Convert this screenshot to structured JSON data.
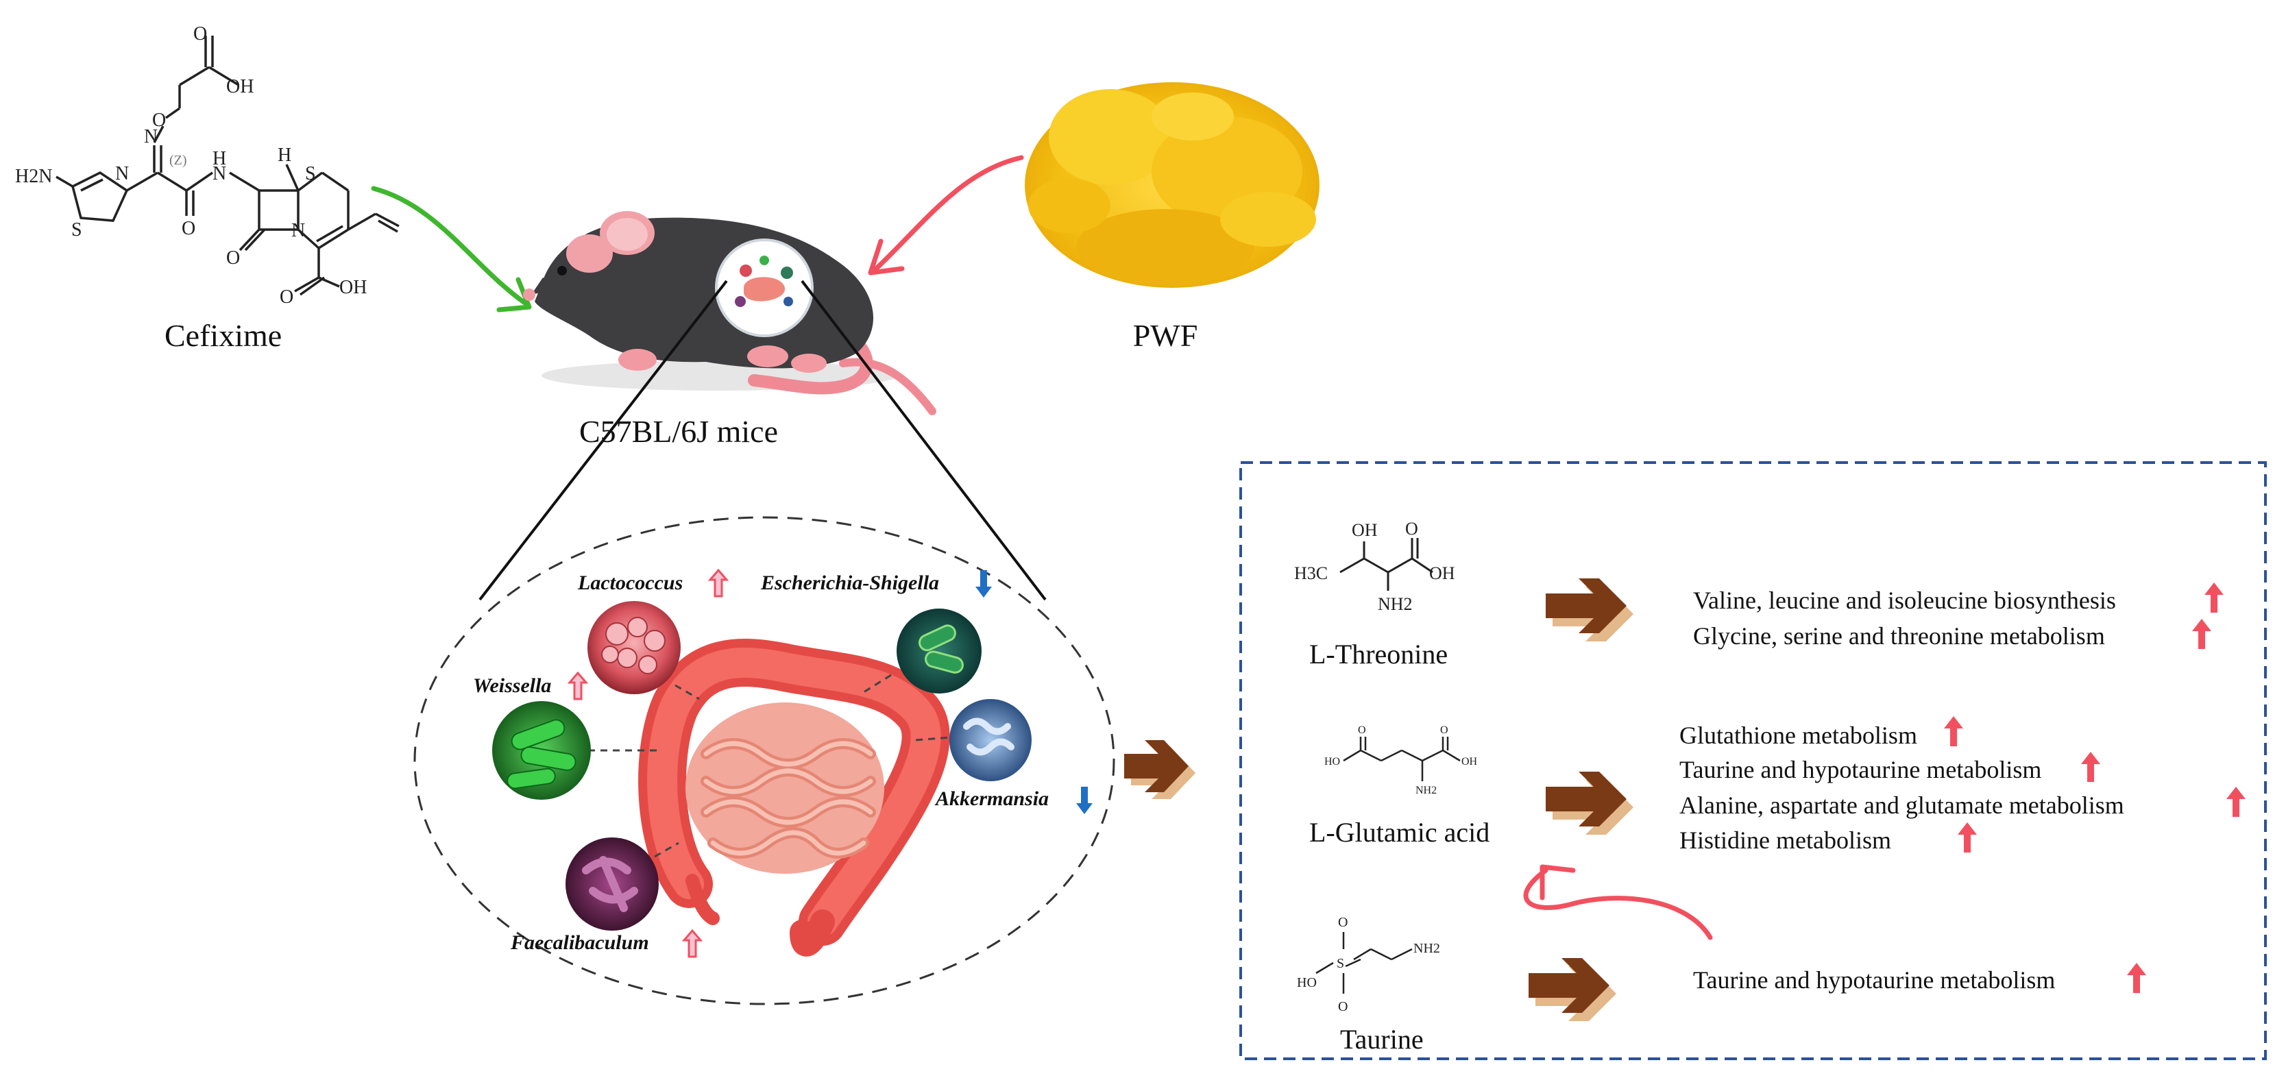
{
  "drug": {
    "name": "Cefixime"
  },
  "supplement": {
    "name": "PWF"
  },
  "mouse": {
    "label": "C57BL/6J mice"
  },
  "colors": {
    "up": "#f2505f",
    "down": "#1f6fc4",
    "box_border": "#2a5299",
    "brown_arrow": "#7a3a16",
    "brown_shadow": "#e3b88a",
    "antibiotic_arrow": "#3fb62e",
    "supplement_arrow": "#f2505f",
    "powder": "#f5c51b"
  },
  "bacteria": [
    {
      "name": "Lactococcus",
      "direction": "up",
      "icon": "up-arrow-icon"
    },
    {
      "name": "Escherichia-Shigella",
      "direction": "down",
      "icon": "down-arrow-icon"
    },
    {
      "name": "Weissella",
      "direction": "up",
      "icon": "up-arrow-icon"
    },
    {
      "name": "Akkermansia",
      "direction": "down",
      "icon": "down-arrow-icon"
    },
    {
      "name": "Faecalibaculum",
      "direction": "up",
      "icon": "up-arrow-icon"
    }
  ],
  "metabolites": [
    {
      "name": "L-Threonine",
      "pathways": [
        "Valine, leucine and isoleucine biosynthesis",
        "Glycine, serine and threonine metabolism"
      ]
    },
    {
      "name": "L-Glutamic acid",
      "pathways": [
        "Glutathione metabolism",
        "Taurine and hypotaurine metabolism",
        "Alanine, aspartate and glutamate metabolism",
        "Histidine metabolism"
      ]
    },
    {
      "name": "Taurine",
      "pathways": [
        "Taurine and hypotaurine metabolism"
      ]
    }
  ],
  "chem_labels": {
    "cefixime_oh_top": "OH",
    "cefixime_o": "O",
    "cefixime_n_ox": "N",
    "cefixime_z": "(Z)",
    "cefixime_h2n": "H2N",
    "cefixime_n_thz": "N",
    "cefixime_s_thz": "S",
    "cefixime_o_amide": "O",
    "cefixime_nh": "N",
    "cefixime_h_amide": "H",
    "cefixime_h_ring": "H",
    "cefixime_s_ring": "S",
    "cefixime_n_ring": "N",
    "cefixime_o_lactam": "O",
    "cefixime_o_cooh": "O",
    "cefixime_oh_cooh": "OH",
    "thr_oh": "OH",
    "thr_o": "O",
    "thr_h3c": "H3C",
    "thr_oh_acid": "OH",
    "thr_nh2": "NH2",
    "glu_ho": "HO",
    "glu_o1": "O",
    "glu_o2": "O",
    "glu_oh": "OH",
    "glu_nh2": "NH2",
    "tau_o1": "O",
    "tau_s": "S",
    "tau_ho": "HO",
    "tau_o2": "O",
    "tau_nh2": "NH2"
  }
}
